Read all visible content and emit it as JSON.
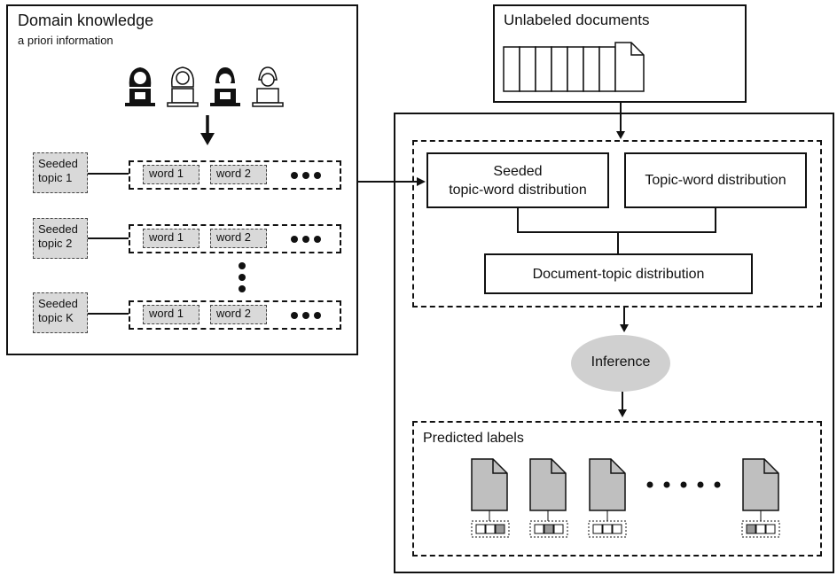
{
  "domain_knowledge": {
    "title": "Domain knowledge",
    "subtitle": "a priori information",
    "seeded_topics": [
      {
        "label_line1": "Seeded",
        "label_line2": "topic 1",
        "word1": "word 1",
        "word2": "word 2"
      },
      {
        "label_line1": "Seeded",
        "label_line2": "topic 2",
        "word1": "word 1",
        "word2": "word 2"
      },
      {
        "label_line1": "Seeded",
        "label_line2": "topic K",
        "word1": "word 1",
        "word2": "word 2"
      }
    ]
  },
  "unlabeled": {
    "title": "Unlabeled documents"
  },
  "model": {
    "seeded_dist_line1": "Seeded",
    "seeded_dist_line2": "topic-word distribution",
    "topic_word_dist": "Topic-word distribution",
    "doc_topic_dist": "Document-topic distribution",
    "inference": "Inference"
  },
  "predicted": {
    "title": "Predicted labels"
  },
  "colors": {
    "doc_fill": "#bfbfbf",
    "chip_fill": "#d9d9d9",
    "inference_fill": "#d0d0d0",
    "stroke": "#111111"
  }
}
